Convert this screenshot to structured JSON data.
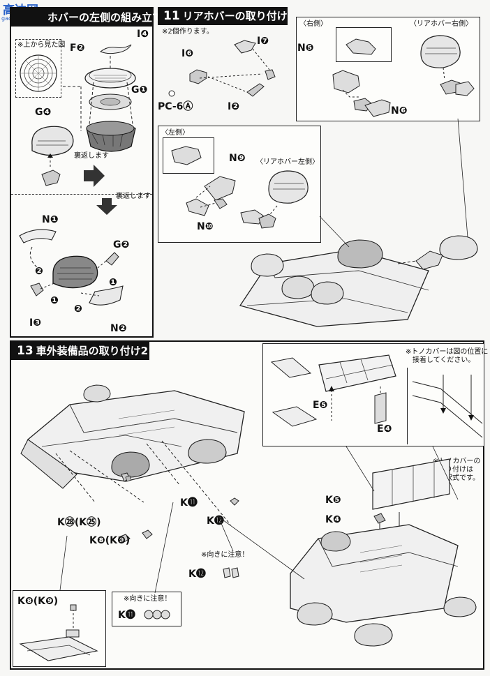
{
  "watermark": {
    "cn": "高达网",
    "url": "gao-shou.com"
  },
  "sec10": {
    "title_rest": "ホバーの左側の組み立て",
    "top_view_note": "※上から見た図",
    "turn_over_1": "裏返します",
    "turn_over_2": "裏返します",
    "labels": {
      "i4": "I❹",
      "f2": "F❷",
      "g1": "G❶",
      "g4": "G❹",
      "n1": "N❶",
      "g2": "G❷",
      "i3": "I❸",
      "n2": "N❷"
    },
    "steps": {
      "a": "❷",
      "b": "❶",
      "c": "❶",
      "d": "❷"
    }
  },
  "sec11": {
    "number": "11",
    "title": "リアホバーの取り付け",
    "note": "※2個作ります。",
    "right_side": "〈右側〉",
    "rear_hover_right": "〈リアホバー右側〉",
    "left_side": "〈左側〉",
    "rear_hover_left": "〈リアホバー左側〉",
    "labels": {
      "i6": "I❻",
      "i7": "I❼",
      "pc6": "PC-6Ⓐ",
      "i2": "I❷",
      "n5": "N❺",
      "n6": "N❻",
      "n9": "N❾",
      "n10": "N❿"
    }
  },
  "sec13": {
    "number": "13",
    "title": "車外装備品の取り付け2",
    "cover_note": "※トノカバーは図の位置に接着してください。",
    "cover_note_lines": [
      "※トノカバーは図の位置に",
      "接着してください。"
    ],
    "optional_note_lines": [
      "※トノカバーの",
      "取り付けは",
      "選択式です。"
    ],
    "attention": "※向きに注意！",
    "labels": {
      "e5": "E❺",
      "e4": "E❹",
      "k5": "K❺",
      "k4": "K❹",
      "k11": "K⓫",
      "k12": "K⓬",
      "k28_25": "K㉘(K㉕)",
      "k8_9": "K❽(K❾)",
      "k12b": "K⓬",
      "k11b": "K⓫",
      "k8_9_inset": "K❽(K❾)"
    }
  }
}
